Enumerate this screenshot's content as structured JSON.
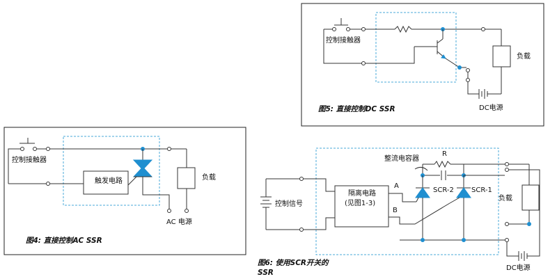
{
  "fig5": {
    "switch_label": "控制接触器",
    "load_label": "负载",
    "power_label": "DC电源",
    "caption": "图5:  直接控制DC SSR"
  },
  "fig4": {
    "switch_label": "控制接触器",
    "trigger_label": "触发电路",
    "load_label": "负载",
    "power_label": "AC 电源",
    "caption": "图4:  直接控制AC SSR"
  },
  "fig6": {
    "cap_label": "整流电容器",
    "resistor_label": "R",
    "control_label": "控制信号",
    "iso_line1": "隔离电路",
    "iso_line2": "(见图1-3)",
    "out_a": "A",
    "out_b": "B",
    "scr2_label": "SCR-2",
    "scr1_label": "SCR-1",
    "load_label": "负载",
    "power_label": "DC电源",
    "caption_line1": "图6:  使用SCR开关的",
    "caption_line2": "SSR"
  },
  "colors": {
    "accent": "#1f8fd0",
    "dash": "#4aa8d8",
    "wire": "#333333"
  }
}
